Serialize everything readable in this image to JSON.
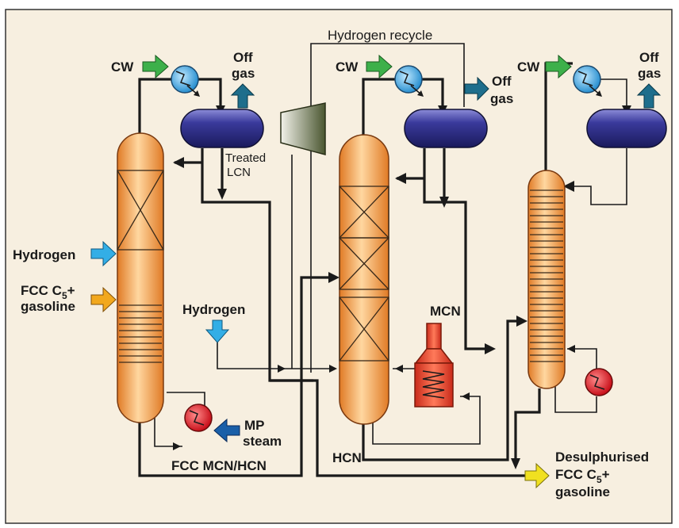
{
  "labels": {
    "hydrogen_recycle": "Hydrogen recycle",
    "cw1": "CW",
    "cw2": "CW",
    "cw3": "CW",
    "off_gas_1a": "Off",
    "off_gas_1b": "gas",
    "off_gas_2a": "Off",
    "off_gas_2b": "gas",
    "off_gas_3a": "Off",
    "off_gas_3b": "gas",
    "treated_lcn_a": "Treated",
    "treated_lcn_b": "LCN",
    "hydrogen_feed": "Hydrogen",
    "fcc_c5_a": "FCC C",
    "fcc_c5_sub": "5",
    "fcc_c5_plus": "+",
    "fcc_c5_b": "gasoline",
    "hydrogen_mid": "Hydrogen",
    "mcn": "MCN",
    "mp_steam_a": "MP",
    "mp_steam_b": "steam",
    "fcc_mcn_hcn": "FCC MCN/HCN",
    "hcn": "HCN",
    "desulph_a": "Desulphurised",
    "desulph_b": "FCC C",
    "desulph_sub": "5",
    "desulph_plus": "+",
    "desulph_c": "gasoline"
  },
  "colors": {
    "background": "#f7efe0",
    "frame": "#333333",
    "column": "#f5a04a",
    "drum": "#3a3a8c",
    "cooler": "#4ab0e6",
    "reboiler": "#e8242b",
    "heater": "#e8442b",
    "cw_arrow": "#3db04a",
    "offgas_arrow": "#1e6e8c",
    "hydrogen_arrow": "#33aee6",
    "feed_arrow": "#f2a81d",
    "steam_arrow": "#1a5fa8",
    "product_arrow": "#f0e020",
    "compressor": "#5c6840"
  }
}
